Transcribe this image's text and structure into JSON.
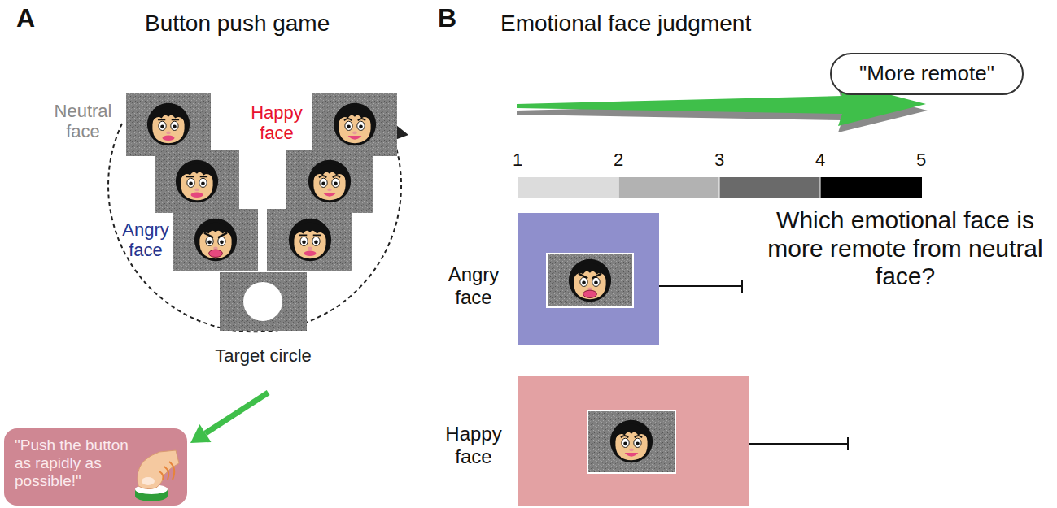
{
  "diagram": {
    "nodes": [
      {
        "text": [
          "Target circle"
        ]
      },
      {
        "text": [
          "\"Push the button as rapidly as possible!\""
        ]
      },
      {
        "text": [
          "\"More remote\""
        ]
      }
    ],
    "edges": [
      {
        "from": 0,
        "to": 1,
        "arrow": "to"
      }
    ],
    "labels": [
      "A",
      "Button push game",
      "Neutral face",
      "Happy face",
      "Angry face",
      "B",
      "Emotional face judgment",
      "1",
      "2",
      "3",
      "4",
      "5",
      "Angry face",
      "Happy face",
      "Which emotional face is more remote from neutral face?"
    ]
  }
}
